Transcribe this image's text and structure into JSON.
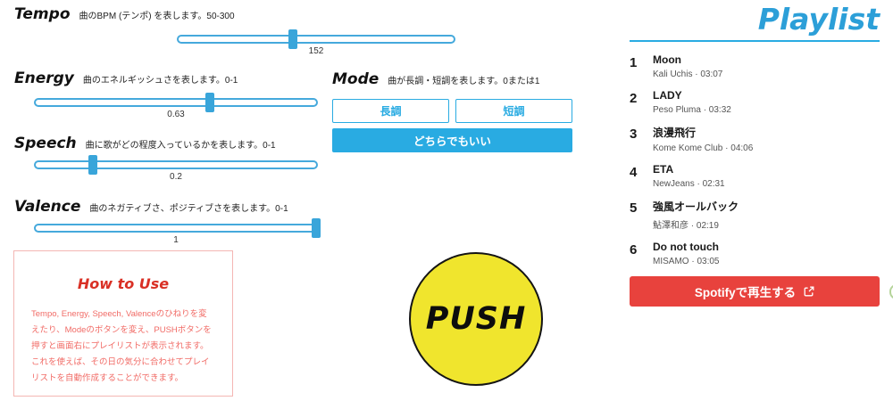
{
  "sliders": [
    {
      "name": "Tempo",
      "description": "曲のBPM (テンポ) を表します。50-300",
      "value": "152",
      "percent": 41.5
    },
    {
      "name": "Energy",
      "description": "曲のエネルギッシュさを表します。0-1",
      "value": "0.63",
      "percent": 62
    },
    {
      "name": "Speech",
      "description": "曲に歌がどの程度入っているかを表します。0-1",
      "value": "0.2",
      "percent": 20.5
    },
    {
      "name": "Valence",
      "description": "曲のネガティブさ、ポジティブさを表します。0-1",
      "value": "1",
      "percent": 100
    }
  ],
  "mode": {
    "name": "Mode",
    "description": "曲が長調・短調を表します。0または1",
    "buttons": {
      "major": "長調",
      "minor": "短調",
      "either": "どちらでもいい"
    }
  },
  "push_button": {
    "label": "PUSH"
  },
  "how_to_use": {
    "title": "How to Use",
    "body": "Tempo, Energy, Speech, Valenceのひねりを変えたり、Modeのボタンを変え、PUSHボタンを押すと画面右にプレイリストが表示されます。これを使えば、その日の気分に合わせてプレイリストを自動作成することができます。"
  },
  "playlist": {
    "title": "Playlist",
    "items": [
      {
        "index": "1",
        "title": "Moon",
        "artist": "Kali Uchis",
        "duration": "03:07",
        "meta": "Kali Uchis · 03:07"
      },
      {
        "index": "2",
        "title": "LADY",
        "artist": "Peso Pluma",
        "duration": "03:32",
        "meta": "Peso Pluma · 03:32"
      },
      {
        "index": "3",
        "title": "浪漫飛行",
        "artist": "Kome Kome Club",
        "duration": "04:06",
        "meta": "Kome Kome Club · 04:06"
      },
      {
        "index": "4",
        "title": "ETA",
        "artist": "NewJeans",
        "duration": "02:31",
        "meta": "NewJeans · 02:31"
      },
      {
        "index": "5",
        "title": "強風オールバック",
        "artist": "鮎澤和彦",
        "duration": "02:19",
        "meta": "鮎澤和彦 · 02:19"
      },
      {
        "index": "6",
        "title": "Do not touch",
        "artist": "MISAMO",
        "duration": "03:05",
        "meta": "MISAMO · 03:05"
      }
    ],
    "spotify_button": {
      "label": "Spotifyで再生する",
      "icon": "external-link"
    }
  },
  "colors": {
    "accent_blue": "#29abe2",
    "title_blue": "#2c9fd8",
    "slider_blue": "#39a5da",
    "spotify_red": "#e8423d",
    "howto_red": "#f16b66",
    "push_yellow": "#f0e52d"
  }
}
